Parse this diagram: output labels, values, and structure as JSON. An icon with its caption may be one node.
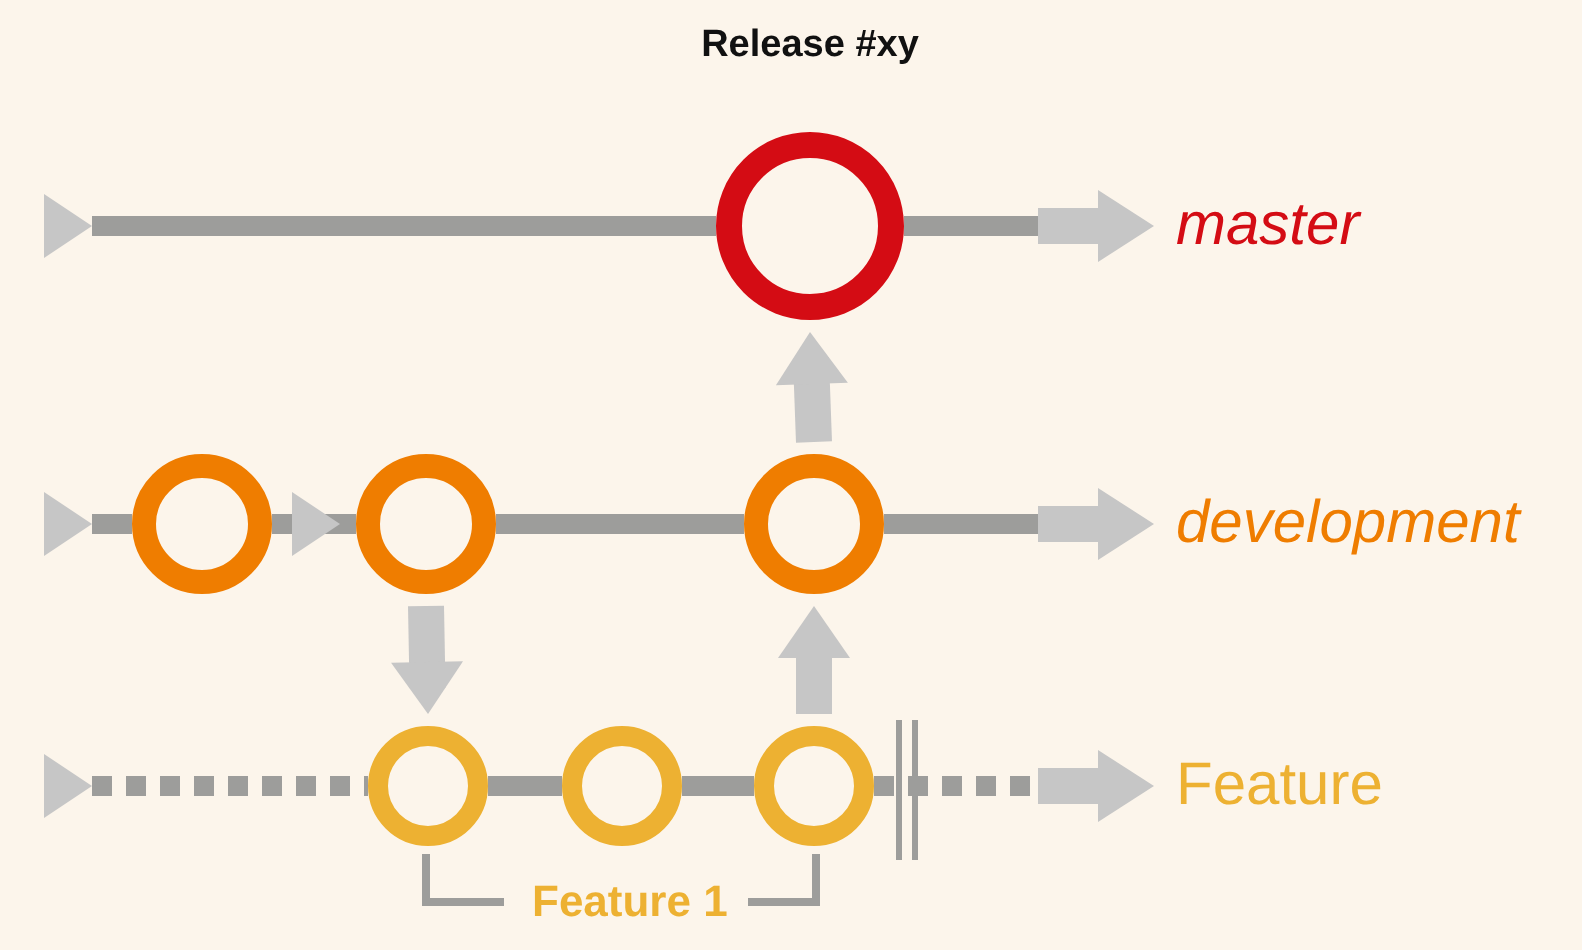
{
  "diagram": {
    "nodes": [
      {
        "text": [],
        "shape": "circle",
        "beside": [
          "Release #xy"
        ]
      },
      {
        "text": [
          "master"
        ]
      },
      {
        "text": [],
        "shape": "circle"
      },
      {
        "text": [],
        "shape": "circle"
      },
      {
        "text": [],
        "shape": "circle"
      },
      {
        "text": [
          "development"
        ]
      },
      {
        "text": [],
        "shape": "circle"
      },
      {
        "text": [],
        "shape": "circle"
      },
      {
        "text": [],
        "shape": "circle"
      },
      {
        "text": [
          "Feature"
        ]
      },
      {
        "text": [],
        "shape": "triangle"
      },
      {
        "text": [],
        "shape": "triangle"
      },
      {
        "text": [],
        "shape": "triangle"
      }
    ],
    "edges": [
      {
        "from": 10,
        "to": 0,
        "arrow": "none"
      },
      {
        "from": 0,
        "to": 1,
        "arrow": "to"
      },
      {
        "from": 11,
        "to": 2,
        "arrow": "none"
      },
      {
        "from": 2,
        "to": 3,
        "arrow": "to"
      },
      {
        "from": 3,
        "to": 4,
        "arrow": "none"
      },
      {
        "from": 4,
        "to": 5,
        "arrow": "to"
      },
      {
        "from": 4,
        "to": 0,
        "arrow": "to",
        "style": "thick",
        "color": "#c6c6c6"
      },
      {
        "from": 3,
        "to": 6,
        "arrow": "to",
        "style": "thick",
        "color": "#c6c6c6"
      },
      {
        "from": 8,
        "to": 4,
        "arrow": "to",
        "style": "thick",
        "color": "#c6c6c6"
      },
      {
        "from": 12,
        "to": 6,
        "arrow": "none",
        "style": "dashed"
      },
      {
        "from": 6,
        "to": 7,
        "arrow": "none"
      },
      {
        "from": 7,
        "to": 8,
        "arrow": "none"
      },
      {
        "from": 8,
        "to": 9,
        "arrow": "to",
        "style": "dashed"
      }
    ],
    "labels": [
      "Feature 1"
    ]
  }
}
